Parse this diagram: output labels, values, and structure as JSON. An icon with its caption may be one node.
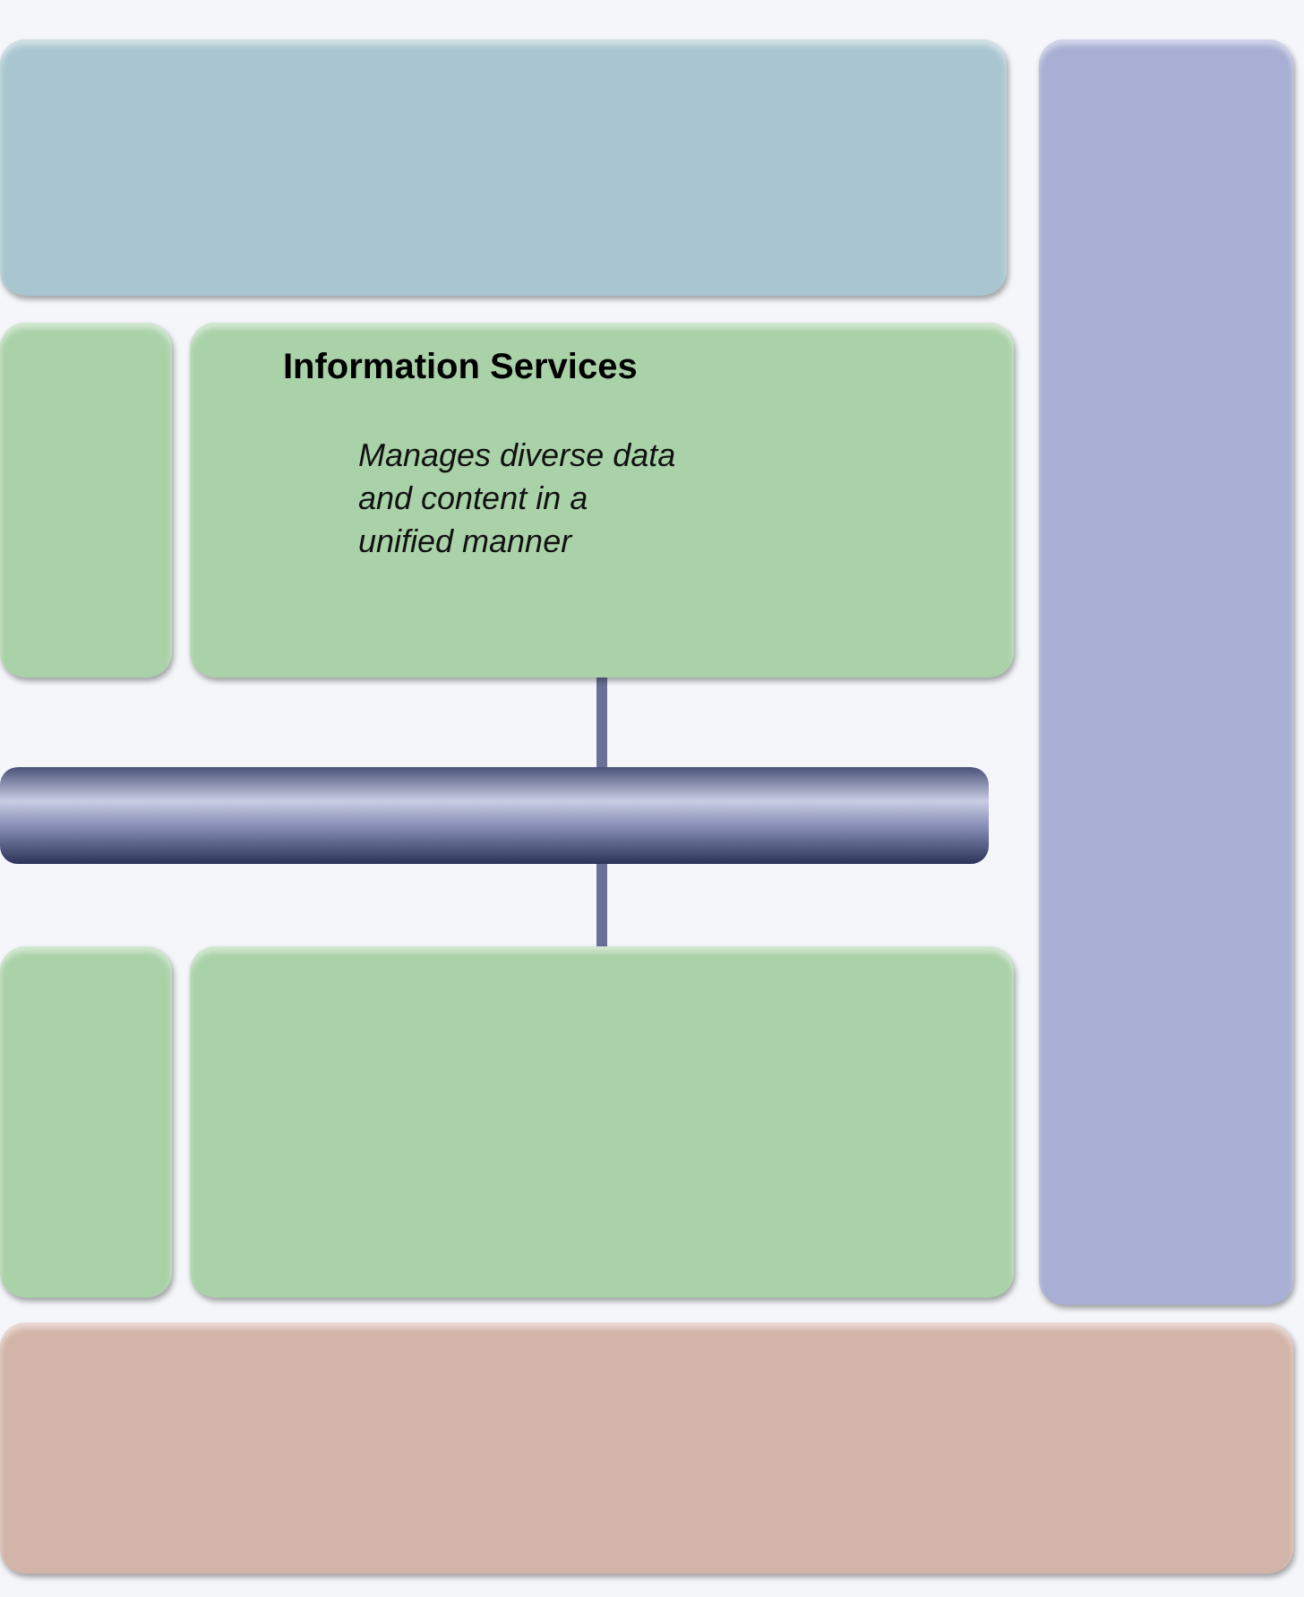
{
  "diagram": {
    "nodes": [
      {
        "text": [],
        "shape": "box"
      },
      {
        "text": [],
        "shape": "box"
      },
      {
        "text": [],
        "shape": "box"
      },
      {
        "text": [
          "Information Services",
          "Manages diverse data and content in a unified manner"
        ]
      },
      {
        "text": [],
        "shape": "bar"
      },
      {
        "text": [],
        "shape": "box"
      },
      {
        "text": [],
        "shape": "box"
      },
      {
        "text": [],
        "shape": "box"
      }
    ],
    "edges": [
      {
        "from": 3,
        "to": 4,
        "arrow": "none"
      },
      {
        "from": 4,
        "to": 6,
        "arrow": "none"
      }
    ]
  }
}
